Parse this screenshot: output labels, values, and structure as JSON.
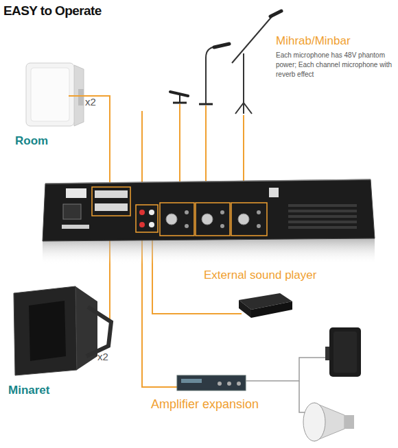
{
  "diagram": {
    "title": "EASY to Operate",
    "labels": [
      "x2",
      "Room",
      "Mihrab/Minbar",
      "Each microphone has 48V phantom power; Each channel microphone with reverb effect",
      "External sound player",
      "x2",
      "Minaret",
      "Amplifier expansion"
    ]
  }
}
